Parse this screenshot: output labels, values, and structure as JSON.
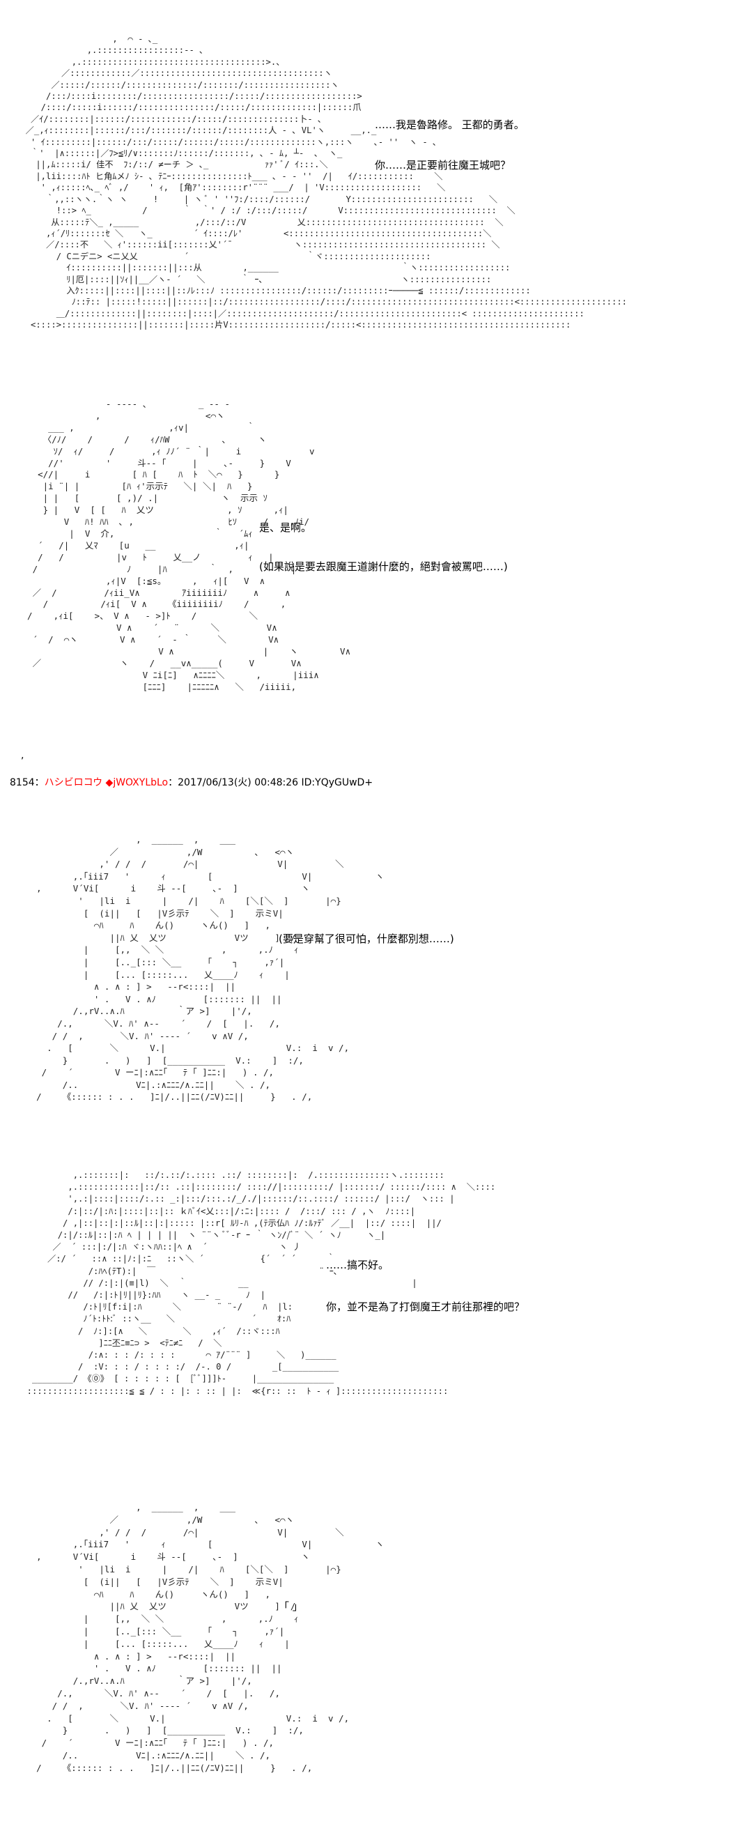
{
  "panels": [
    {
      "art": "                   ,  ⌒ ‐ ､_\n              ,.:::::::::::::::::‐- ､\n           ,.::::::::::::::::::::::::::::::::::::>.、\n         ／::::::::::::／::::::::::::::::::::::::::::::::::::ヽ\n       ／:::::/::::::/::::::::::::::/:::::::/:::::::::::::::::ヽ\n      /:::ﾉ::::i::::::::/:::::::::::::::::/:::::/::::::::::::::::::>\n     /::::/:::::i::::::/:::::::::::::::/:::::/:::::::::::::|::::::爪\n   ／ｲ/::::::::|::::::/::::::::::::/:::::/::::::::::::::卜- ､\n  ／_,ｨ::::::::|::::::/:::/:::::::/::::::/::::::::人 ‐ ､ VL'ヽ     __,._\n   ' ｲ:::::::::|::::::/:::/:::::/::::::/:::::/:::::::::::::ヽ,:::ヽ    ､‐ ''  ヽ - ､\n   ｀'  |∧::::::|／ﾌ>≦ﾘ/∨:::::::ﾉ::::::/:::::::, ､ - ﾑ, ┴‐  ､  ヽ_\n    ||,ﾑ:::::i/ 佳不  ﾌ:/::/ ≠ーチ ＞ ､_           ｧｧ' ﾞ/ ｲ:::.＼\n    |,lii::::ﾊﾄ ヒ角ﾑメﾉ ｼ‐ ､ ﾃﾆｰ:::::::::::::::ﾄ___ ､ - ‐ ''  /|   ｲ/:::::::::::    ＼\n     ' ,ｨ:::::ﾍ､_ ﾍﾞ ,/    ' ｨ,  [角ｱ'::::::::r'¨¨¨ ___/  | 'V:::::::::::::::::::   ＼\n      ｀,,::ヽヽ.｀ヽ ヽ     !     | ヽ ﾞ ' ''ﾌ:/::::/::::::/       Y::::::::::::::::::::::::   ＼\n        !::> ﾍ_          /       ｀  ｀' / :/ :/:::/:::::/      V::::::::::::::::::::::::::::::  ＼\n       从:::::ﾃ＼_ ,_____           ,/:::/::/V          乂:::::::::::::::::::::::::::::::::::  ＼\n      ,ｨ´/ﾘ:::::::ｾ ＼   ヽ_        ´ ｲ::::/ﾚ'        <::::::::::::::::::::::::::::::::::::::＼\n      ／/::::不   ＼ ｨ'::::::ii[:::::::乂'´¯            ヽ:::::::::::::::::::::::::::::::::::: ＼\n        / Cニデニ> <ニ乂乂         ´                       ｀ヾ:::::::::::::::::::::\n          ｲ::::::::::||:::::::||:::从        ,______                        ｀ヽ::::::::::::::::::\n          ﾘ|厄|::::||ｿｨ||__／ヽ‐ ´   ＼       ｀ ｰ､                           ヽ::::::::::::::::\n          入ｸ:::::||::::||::::||::ﾉﾚ:::ﾉ ::::::::::::::::/::::::/:::::::::ｰ─────≦ ::::::/:::::::::::::\n           ﾉ::ﾃ:: |:::::!:::::||::::::|::/::::::::::::::::::/::::/::::::::::::::::::::::::::::::::<:::::::::::::::::::::\n        ＿/:::::::::::::||::::::::|::::|／:::::::::::::::::::::/::::::::::::::::::::::::< ::::::::::::::::::::::\n   <::::>:::::::::::::::||:::::::|:::::片V:::::::::::::::::::/:::::<:::::::::::::::::::::::::::::::::::::::::",
      "lines": [
        "……我是魯路修。 王都的勇者。",
        "你……是正要前往魔王城吧？"
      ]
    },
    {
      "art": "                 ‐ ‐‐‐‐ 、         _ -- ‐\n               ,                    <⌒ヽ\n      ___ ,                  ,ｨv|           ｀\n     〈/ﾉ/    /      /    ｨ/ﾊW          ､      ヽ\n       ｿ/  ｨ/     /       ,ｨ ﾉﾉ´ ¨ ｀|     i             v\n      //'        '     斗-- ｢     |     ､-     }    V\n    <//|     i        [ ﾊ [    ﾊ  ﾄ  ＼⌒   }      }\n     |i ¨| |        [ﾊ ｨ'示示ﾃ   ＼| ＼|  ﾊ   }\n     | |   [       [ ,)/ .|            ヽ  示示 ｿ\n     } |   V  [ [   ﾊ  乂ツ              , ｿ      ,ｨ|\n         V   ﾊ! ﾊﾊ  ､ ,                  ﾋｿ     /    ,ﾉi/\n          |  V  介,                   ｀   ´ﾑｨ\n    ´   /|   乂ﾏ    [u   __               ,ｨ|\n    /   /          |v   ﾄ     乂__ノ         ｨ   |\n   /                 ﾉ     |ﾊ        ｀  ,           |\n                 ,ｨ|V  [:≦s。     ,   ｨ|[   V  ∧\n   ／  /         /ｨii_V∧        ｱiiiiiiiﾉ     ∧     ∧\n     /          /ｨi[  V ∧    《iiiiiiiiﾉ    /      ,  \n  /    ,ｨi[    >、 V ∧   ‐ >]ﾄ    /          ＼\n                   V ∧    ´   ¨      ＼         V∧\n   ´  /  ⌒ヽ        V ∧    ´  ‐ ｀     ＼        V∧\n                           V ∧                 |    ヽ        V∧\n   ／               ヽ    /   __v∧_____(     V       V∧\n                        V ﾆi[ﾆ]   ∧ﾆﾆﾆﾆ＼      ,      |iii∧\n                        [ﾆﾆﾆ]    |ﾆﾆﾆﾆﾆ∧   ＼   /iiiii,",
      "lines": [
        "是、是啊。",
        "(如果說是要去跟魔王道謝什麼的，絕對會被罵吧……)"
      ]
    },
    {
      "art": "                       ,  ______  ,    ___\n                  ／             ,/W          ､   <⌒ヽ\n                ,' / /  /       /⌒|               V|         ＼\n           ,.｢iii7   '      ｨ        [                 V|            ヽ\n    ,      V´Vi[      i    斗 --[     ､‐  ]            ヽ\n            '   |li  i      |    /|    ﾊ    [＼[＼  ]       |⌒}\n             [  (i||   [   |V彡示ﾃ    ＼  ]    示ミV|\n               ⌒ﾊ     ﾊ    ん()     ヽん()   ]   ,\n                  ||ﾊ 乂  乂ツ             Vツ     ]  /\n             |     [,,  ＼ ＼           ,      ,.ﾉ    ｨ\n             |     [.._[::: ＼__     ｢    ┐     ,ｧ´|\n             |     [... [:::::...   乂____ﾉ    ｨ    |\n               ∧ . ∧ : ] >   ‐‐r<::::|  ||\n               ' .   V . ∧ﾉ         [::::::: ||  ||\n           /.,rV..∧.ﾊ          ｀ア >]    |'/,\n        /.,      ＼V. ﾊ' ∧‐‐    ´    /  [   |.   /,\n       / /  ,       ＼V. ﾊ' ‐‐‐‐ ´    v ∧V /,\n      .   [       ＼      V.|                       V.:  i  v /,\n         }       .   )   ]  [___________  V.:    ]  :/,\n     /    ´        V ーﾆ|:∧ﾆﾆ｢   ﾃ ｢ ]ﾆﾆ:|   ) . /,\n         /..           Vﾆ|.:∧ﾆﾆﾆ/∧.ﾆﾆ||    ＼ . /,\n    /    《:::::: : . .   ]ﾆ|/..||ﾆﾆ(/ﾆV)ﾆﾆ||     }   . /,",
      "lines": [
        "(要是穿幫了很可怕，什麼都別想……)"
      ]
    },
    {
      "art": "           ,.:::::::|:   ::/:.::/:.:::: .::/ ::::::::|:  /.::::::::::::::ヽ.::::::::\n          ,.::::::::::::|::/:: .::|::::::::/ :::://|:::::::::/ |:::::::/ ::::::/:::: ∧  ＼::::\n          ',.:|::::|::::/:.:: _:|:::/:::.:/_/./|::::::/::.::::/ ::::::/ |:::/  ヽ::: |\n          /:|::/|:ﾊ:|::::|::|:: ｋﾊﾞｲ<乂:::|/:ﾆ:|:::: /  /:::/ ::: / ,ヽ  ﾉ::::|\n         / ,|::|::|:|::ﾙ|::|:|::::: |::r[ ﾙﾘ-ﾊ ,(ﾃ示仏ﾊ ﾉ/:ﾙｧﾃﾞ ／__|  |::/ ::::|  ||/\n        /:|/::ﾙ|::|:ﾊ ﾍ | | | ||  ヽ ¨¨ヽ ﾞﾞ‐r ｰ ｀ ヽﾝ//ﾞ¨ ＼ ´ ヽﾉ     ヽ_|\n       ／  ´ :::|:/|:ﾊ ヾ:ヽﾊﾊ::|ﾍ ∧  ´              ヽ 丿\n      ／:/ ´   ::∧ ::|ﾉ:|:ﾆ   ::ヽ＼ ´           {´  ´ ´      ｀\n              /:ﾊﾍ(ﾃT):|  ￣                                ¨ ｰ､     ´\n             // /:|:|(≡|l)  ＼  ｀          __                                |\n          //   /:|:ﾄ|ﾘ||ﾘ}:ﾊﾊ    ヽ __‐ _     ﾉ  |\n             /:ﾄ|ﾘ[f:i|:ﾊ      ＼       ¨ ¨‐/    ﾊ  |l:\n             ﾉ´ﾄ:ﾄﾄ:ﾞ ::ヽ__   ＼               ´    ｵ:ﾊ\n            /  ﾉ:]:[∧   ＼       ＼    ,ｨ´  /::ヾ:::ﾊ\n                ]ﾆﾆ丕ﾆ≡ﾆ⊃ >  <ﾃﾆ≠ﾆ   /  ＼\n              /:∧: : : /: : : :      ⌒ ｱ/¨¨¨ ]     ＼   )______\n            /  :V: : : / : : : :/  /‐. 0 /        _[___________\n   ________/ 《⓪》 [ : : : : : [  [ﾞﾞ]]]ﾄ‐     |_______________\n  ::::::::::::::::::::≦ ≦ / : : |: : :: | |:  ≪{r:: ::  ﾄ ‐ ｨ ]:::::::::::::::::::::",
      "lines": [
        "……搞不好。",
        "你，並不是為了打倒魔王才前往那裡的吧？"
      ]
    },
    {
      "art": "                       ,  ______  ,    ___\n                  ／             ,/W          ､   <⌒ヽ\n                ,' / /  /       /⌒|               V|         ＼\n           ,.｢iii7   '      ｨ        [                 V|            ヽ\n    ,      V´Vi[      i    斗 --[     ､‐  ]            ヽ\n            '   |li  i      |    /|    ﾊ    [＼[＼  ]       |⌒}\n             [  (i||   [   |V彡示ﾃ    ＼  ]    示ミV|\n               ⌒ﾊ     ﾊ    ん()     ヽん()   ]   ,\n                  ||ﾊ 乂  乂ツ             Vツ     ]  /\n             |     [,,  ＼ ＼           ,      ,.ﾉ    ｨ\n             |     [.._[::: ＼__     ｢    ┐     ,ｧ´|\n             |     [... [:::::...   乂____ﾉ    ｨ    |\n               ∧ . ∧ : ] >   ‐‐r<::::|  ||\n               ' .   V . ∧ﾉ         [::::::: ||  ||\n           /.,rV..∧.ﾊ          ｀ア >]    |'/,\n        /.,      ＼V. ﾊ' ∧‐‐    ´    /  [   |.   /,\n       / /  ,       ＼V. ﾊ' ‐‐‐‐ ´    v ∧V /,\n      .   [       ＼      V.|                       V.:  i  v /,\n         }       .   )   ]  [___________  V.:    ]  :/,\n     /    ´        V ーﾆ|:∧ﾆﾆ｢   ﾃ ｢ ]ﾆﾆ:|   ) . /,\n         /..           Vﾆ|.:∧ﾆﾆﾆ/∧.ﾆﾆ||    ＼ . /,\n    /    《:::::: : . .   ]ﾆ|/..||ﾆﾆ(/ﾆV)ﾆﾆ||     }   . /,",
      "lines": [
        "「 」"
      ]
    }
  ],
  "post_header": {
    "number": "8154",
    "separator": "：",
    "name": "ハシビロコウ",
    "trip": "◆jWOXYLbLo",
    "meta": "：2017/06/13(火) 00:48:26 ID:YQyGUwD+"
  },
  "stray_mark": ","
}
